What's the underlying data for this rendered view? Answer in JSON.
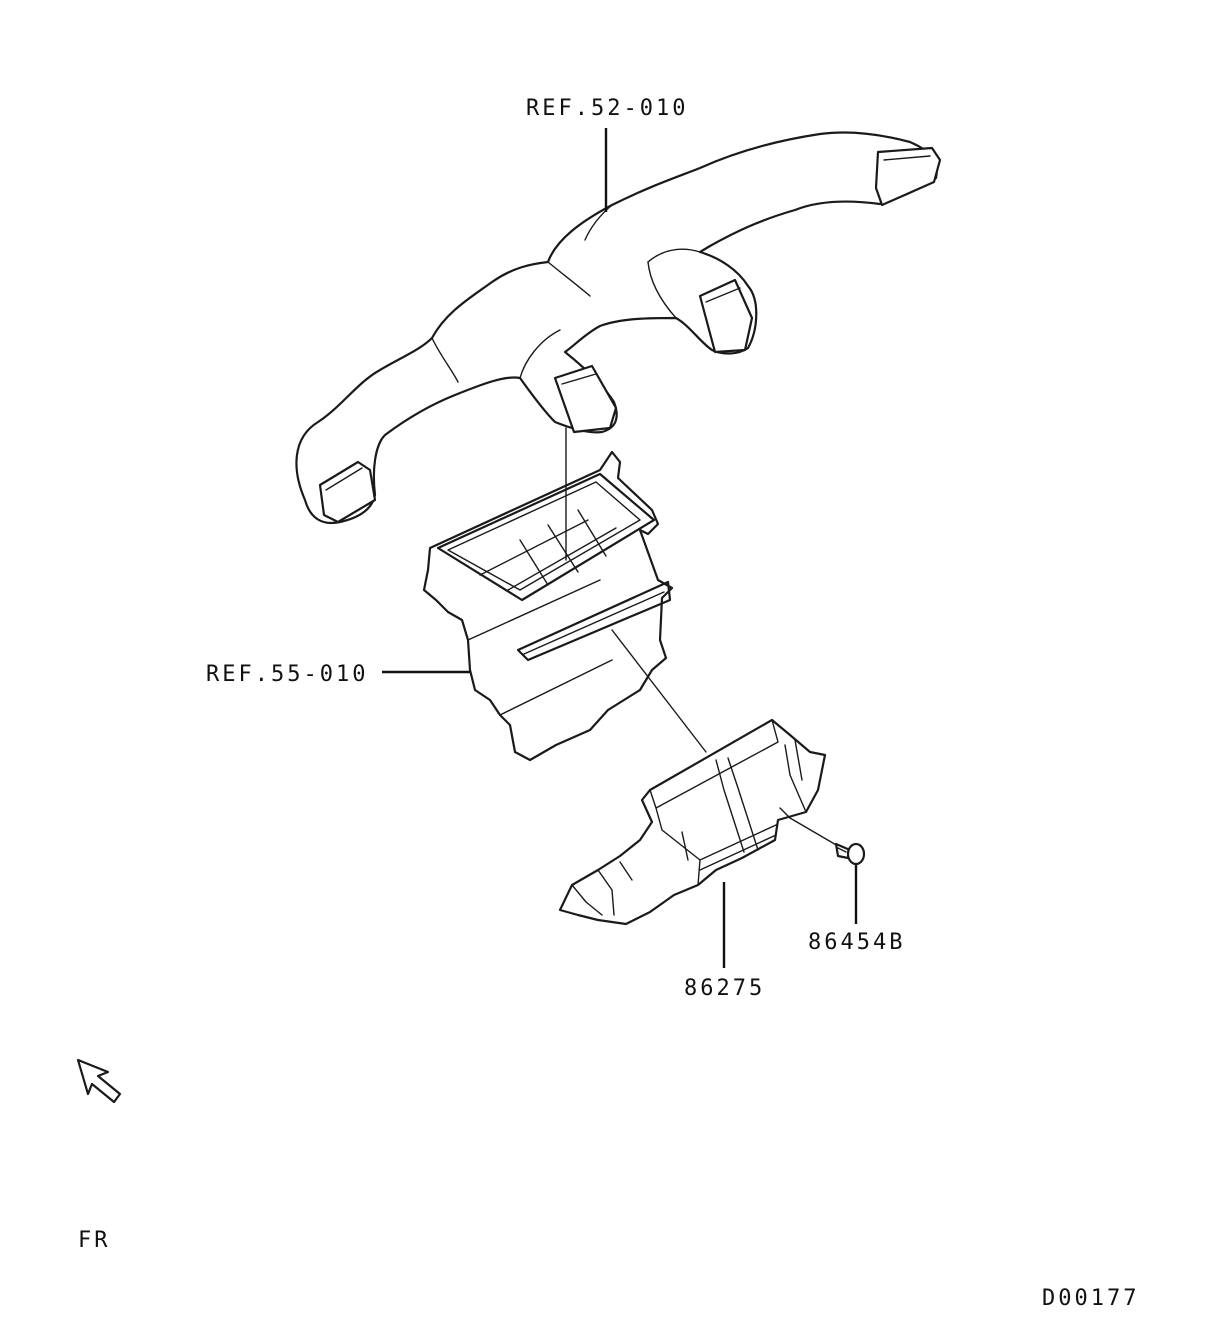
{
  "labels": {
    "ref_duct": "REF.52-010",
    "ref_heater": "REF.55-010",
    "part_duct": "86275",
    "part_screw": "86454B",
    "direction": "FR",
    "diagram_code": "D00177"
  },
  "icons": {
    "front_arrow": "arrow-up-left-outline-icon"
  }
}
